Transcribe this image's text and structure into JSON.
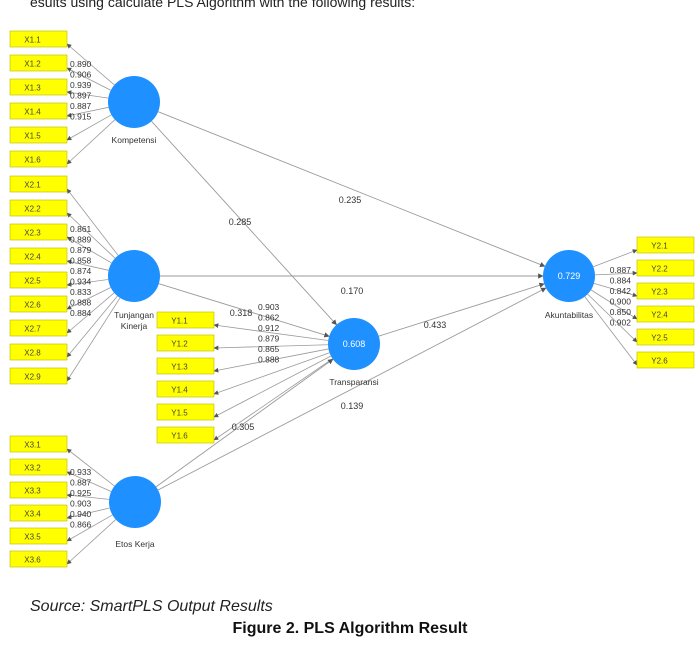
{
  "header_text": "esults using calculate PLS Algorithm with the following results:",
  "source_caption": "Source: SmartPLS Output Results",
  "figure_caption": "Figure 2. PLS Algorithm Result",
  "colors": {
    "construct": "#1e90ff",
    "indicator_fill": "#ffff00",
    "indicator_border": "#b8b800",
    "line": "#9a9a9a",
    "label": "#333333"
  },
  "constructs": [
    {
      "id": "kompetensi",
      "label": "Kompetensi"
    },
    {
      "id": "tunjangan",
      "label": "Tunjangan Kinerja",
      "label_lines": [
        "Tunjangan",
        "Kinerja"
      ]
    },
    {
      "id": "etos",
      "label": "Etos Kerja"
    },
    {
      "id": "transparansi",
      "label": "Transparansi",
      "r2": "0.608"
    },
    {
      "id": "akuntabilitas",
      "label": "Akuntabilitas",
      "r2": "0.729"
    }
  ],
  "indicator_groups": [
    {
      "construct": "kompetensi",
      "indicators": [
        "X1.1",
        "X1.2",
        "X1.3",
        "X1.4",
        "X1.5",
        "X1.6"
      ],
      "loadings": [
        "0.890",
        "0.906",
        "0.939",
        "0.897",
        "0.887",
        "0.915"
      ]
    },
    {
      "construct": "tunjangan",
      "indicators": [
        "X2.1",
        "X2.2",
        "X2.3",
        "X2.4",
        "X2.5",
        "X2.6",
        "X2.7",
        "X2.8",
        "X2.9"
      ],
      "loadings": [
        "0.861",
        "0.889",
        "0.879",
        "0.858",
        "0.874",
        "0.934",
        "0.833",
        "0.888",
        "0.884"
      ]
    },
    {
      "construct": "etos",
      "indicators": [
        "X3.1",
        "X3.2",
        "X3.3",
        "X3.4",
        "X3.5",
        "X3.6"
      ],
      "loadings": [
        "0.933",
        "0.887",
        "0.925",
        "0.903",
        "0.940",
        "0.866"
      ]
    },
    {
      "construct": "transparansi",
      "indicators": [
        "Y1.1",
        "Y1.2",
        "Y1.3",
        "Y1.4",
        "Y1.5",
        "Y1.6"
      ],
      "loadings": [
        "0.903",
        "0.862",
        "0.912",
        "0.879",
        "0.865",
        "0.888"
      ]
    },
    {
      "construct": "akuntabilitas",
      "indicators": [
        "Y2.1",
        "Y2.2",
        "Y2.3",
        "Y2.4",
        "Y2.5",
        "Y2.6"
      ],
      "loadings": [
        "0.887",
        "0.884",
        "0.842",
        "0.900",
        "0.850",
        "0.902"
      ]
    }
  ],
  "paths": [
    {
      "from": "kompetensi",
      "to": "akuntabilitas",
      "coef": "0.235"
    },
    {
      "from": "kompetensi",
      "to": "transparansi",
      "coef": "0.285"
    },
    {
      "from": "tunjangan",
      "to": "akuntabilitas",
      "coef": "0.170"
    },
    {
      "from": "tunjangan",
      "to": "transparansi",
      "coef": "0.318"
    },
    {
      "from": "transparansi",
      "to": "akuntabilitas",
      "coef": "0.433"
    },
    {
      "from": "etos",
      "to": "transparansi",
      "coef": "0.305"
    },
    {
      "from": "etos",
      "to": "akuntabilitas",
      "coef": "0.139"
    }
  ]
}
